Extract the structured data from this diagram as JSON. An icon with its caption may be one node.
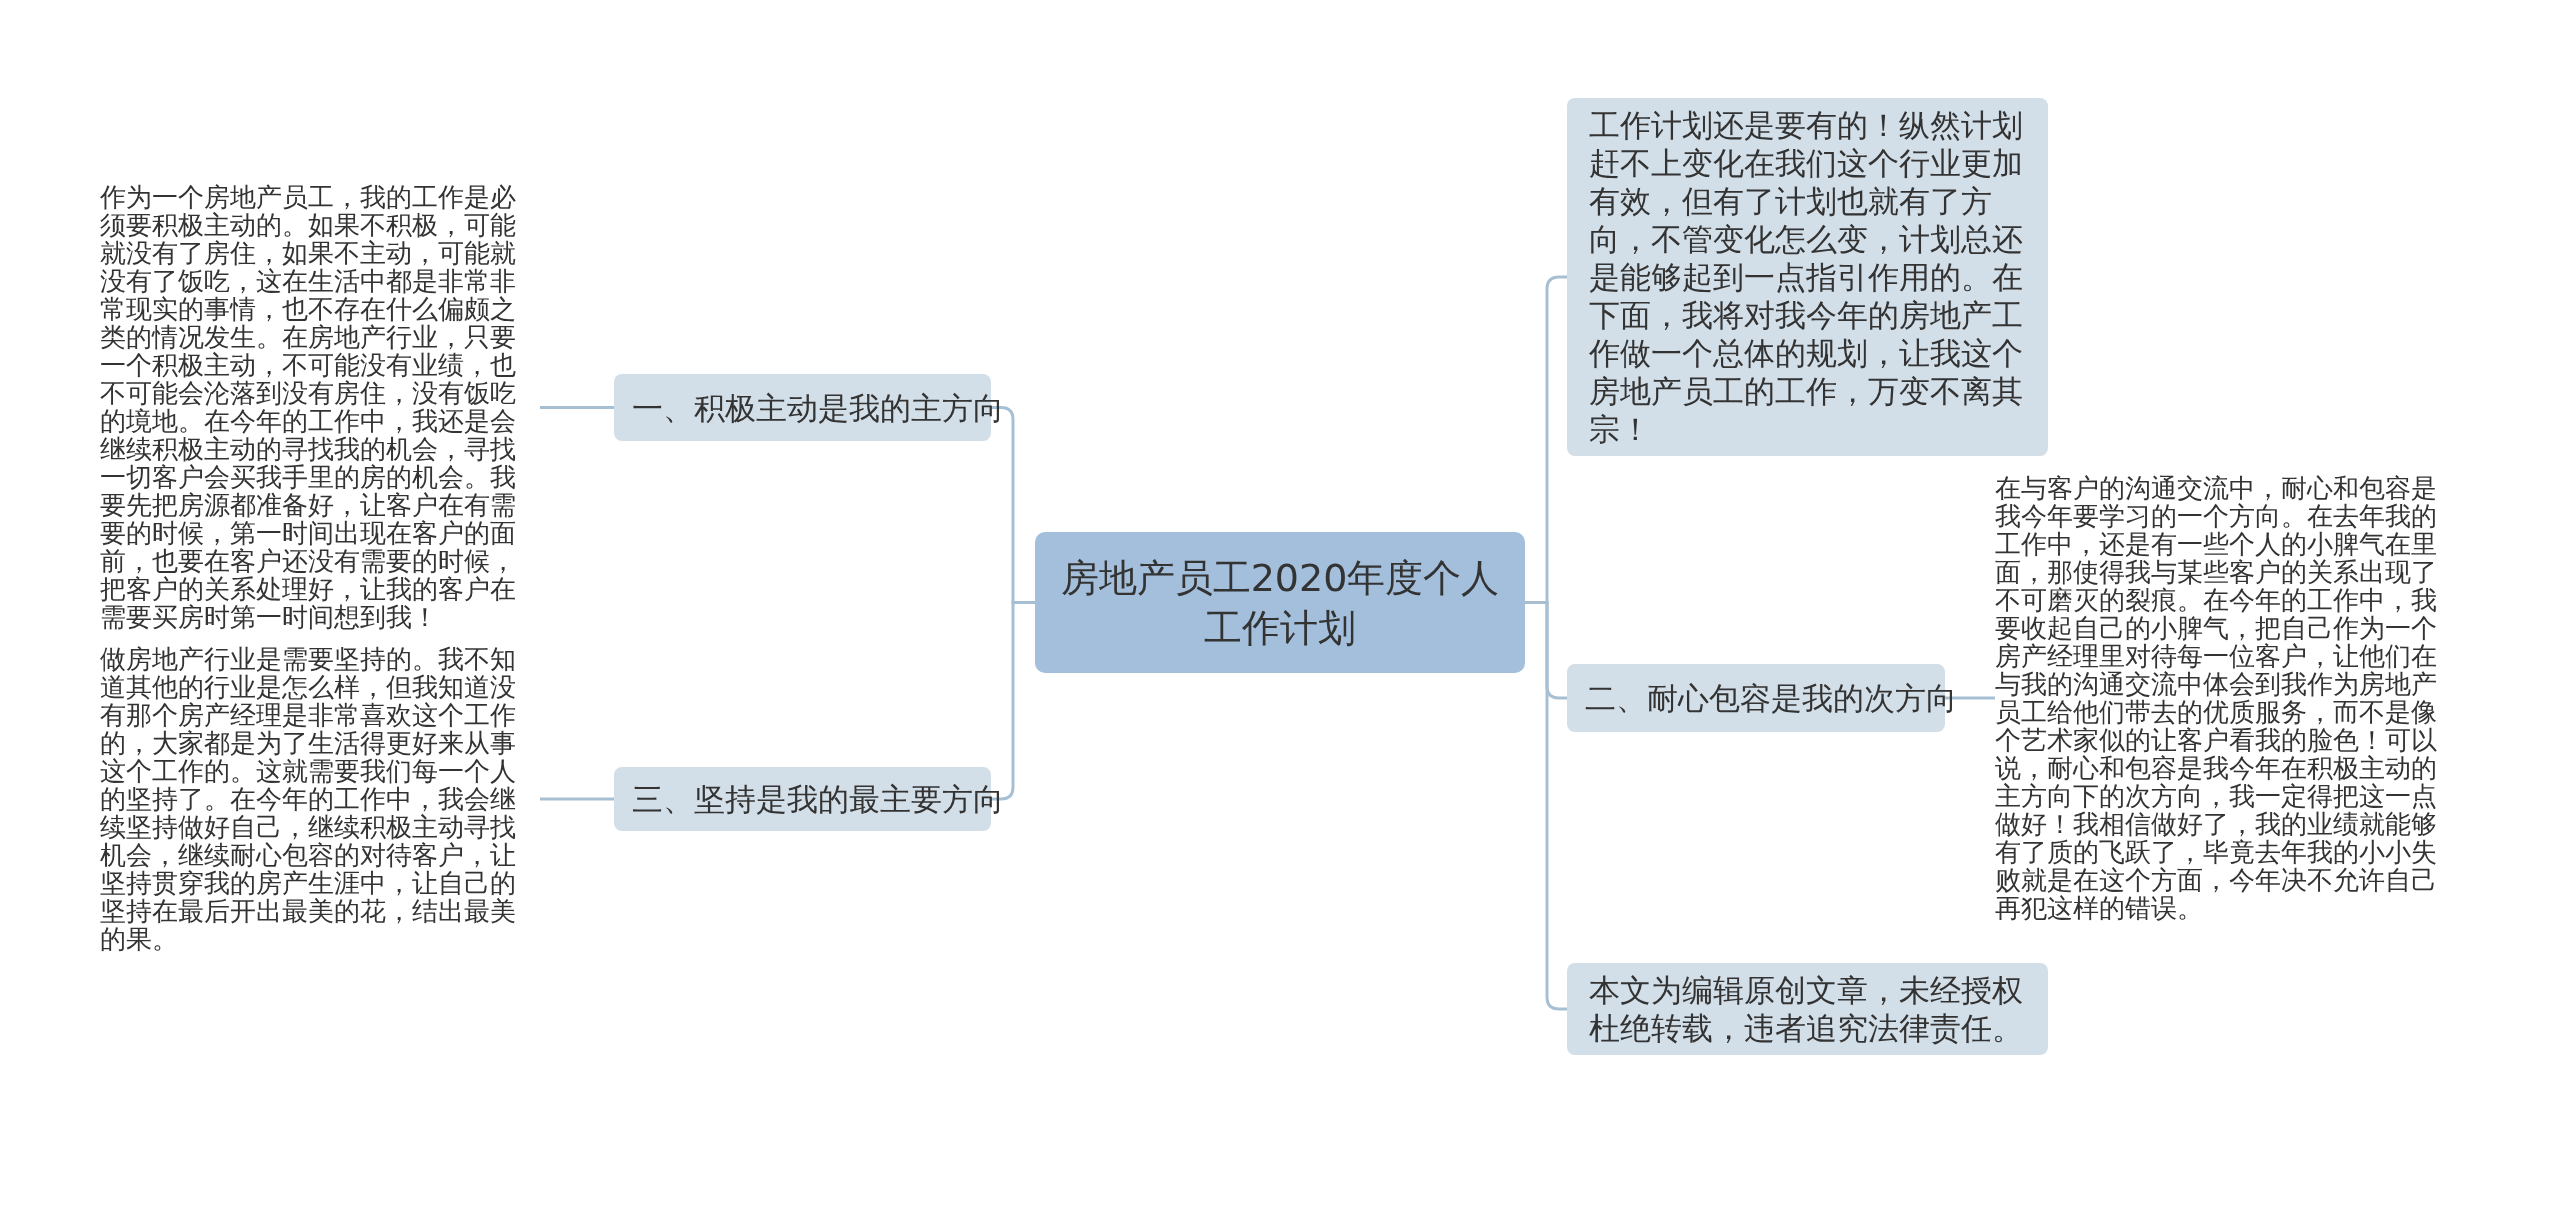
{
  "diagram": {
    "nodes": [
      {
        "text": [
          "房地产员工2020年度个人工作计划"
        ]
      },
      {
        "text": [
          "一、积极主动是我的主方向"
        ]
      },
      {
        "text": [
          "作为一个房地产员工，我的工作是必须要积极主动的。如果不积极，可能就没有了房住，如果不主动，可能就没有了饭吃，这在生活中都是非常非常现实的事情，也不存在什么偏颇之类的情况发生。在房地产行业，只要一个积极主动，不可能没有业绩，也不可能会沦落到没有房住，没有饭吃的境地。在今年的工作中，我还是会继续积极主动的寻找我的机会，寻找一切客户会买我手里的房的机会。我要先把房源都准备好，让客户在有需要的时候，第一时间出现在客户的面前，也要在客户还没有需要的时候，把客户的关系处理好，让我的客户在需要买房时第一时间想到我！"
        ]
      },
      {
        "text": [
          "三、坚持是我的最主要方向"
        ]
      },
      {
        "text": [
          "做房地产行业是需要坚持的。我不知道其他的行业是怎么样，但我知道没有那个房产经理是非常喜欢这个工作的，大家都是为了生活得更好来从事这个工作的。这就需要我们每一个人的坚持了。在今年的工作中，我会继续坚持做好自己，继续积极主动寻找机会，继续耐心包容的对待客户，让坚持贯穿我的房产生涯中，让自己的坚持在最后开出最美的花，结出最美的果。"
        ]
      },
      {
        "text": [
          "工作计划还是要有的！纵然计划赶不上变化在我们这个行业更加有效，但有了计划也就有了方向，不管变化怎么变，计划总还是能够起到一点指引作用的。在下面，我将对我今年的房地产工作做一个总体的规划，让我这个房地产员工的工作，万变不离其宗！"
        ]
      },
      {
        "text": [
          "二、耐心包容是我的次方向"
        ]
      },
      {
        "text": [
          "在与客户的沟通交流中，耐心和包容是我今年要学习的一个方向。在去年我的工作中，还是有一些个人的小脾气在里面，那使得我与某些客户的关系出现了不可磨灭的裂痕。在今年的工作中，我要收起自己的小脾气，把自己作为一个房产经理里对待每一位客户，让他们在与我的沟通交流中体会到我作为房地产员工给他们带去的优质服务，而不是像个艺术家似的让客户看我的脸色！可以说，耐心和包容是我今年在积极主动的主方向下的次方向，我一定得把这一点做好！我相信做好了，我的业绩就能够有了质的飞跃了，毕竟去年我的小小失败就是在这个方面，今年决不允许自己再犯这样的错误。"
        ]
      },
      {
        "text": [
          "本文为编辑原创文章，未经授权杜绝转载，违者追究法律责任。"
        ]
      }
    ],
    "edges": [
      {
        "from": 0,
        "to": 1,
        "arrow": "none"
      },
      {
        "from": 1,
        "to": 2,
        "arrow": "none"
      },
      {
        "from": 0,
        "to": 3,
        "arrow": "none"
      },
      {
        "from": 3,
        "to": 4,
        "arrow": "none"
      },
      {
        "from": 0,
        "to": 5,
        "arrow": "none"
      },
      {
        "from": 0,
        "to": 6,
        "arrow": "none"
      },
      {
        "from": 6,
        "to": 7,
        "arrow": "none"
      },
      {
        "from": 0,
        "to": 8,
        "arrow": "none"
      }
    ]
  }
}
